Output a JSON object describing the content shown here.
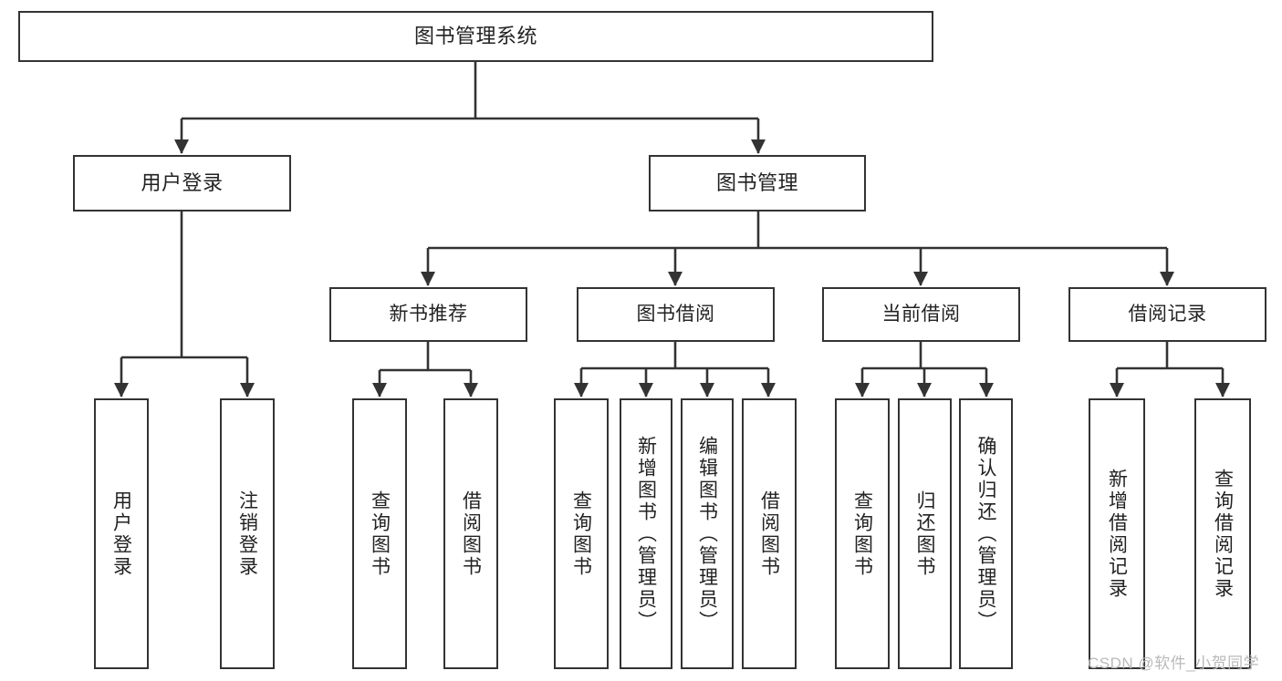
{
  "diagram": {
    "title": "图书管理系统",
    "watermark": "CSDN @软件_小贺同学",
    "colors": {
      "box_border": "#333333",
      "box_fill": "#ffffff",
      "edge": "#333333",
      "text": "#222222",
      "watermark": "#b9b9b9"
    },
    "nodes": {
      "root": {
        "label": "图书管理系统"
      },
      "user_login": {
        "label": "用户登录"
      },
      "book_manage": {
        "label": "图书管理"
      },
      "new_book_rec": {
        "label": "新书推荐"
      },
      "book_borrow": {
        "label": "图书借阅"
      },
      "current_borrow": {
        "label": "当前借阅"
      },
      "borrow_record": {
        "label": "借阅记录"
      },
      "leaf_user_login": {
        "label": "用户登录"
      },
      "leaf_logout": {
        "label": "注销登录"
      },
      "leaf_query_book_1": {
        "label": "查询图书"
      },
      "leaf_borrow_book_1": {
        "label": "借阅图书"
      },
      "leaf_query_book_2": {
        "label": "查询图书"
      },
      "leaf_add_book": {
        "label": "新增图书（管理员）"
      },
      "leaf_edit_book": {
        "label": "编辑图书（管理员）"
      },
      "leaf_borrow_book_2": {
        "label": "借阅图书"
      },
      "leaf_query_book_3": {
        "label": "查询图书"
      },
      "leaf_return_book": {
        "label": "归还图书"
      },
      "leaf_confirm_return": {
        "label": "确认归还（管理员）"
      },
      "leaf_add_record": {
        "label": "新增借阅记录"
      },
      "leaf_query_record": {
        "label": "查询借阅记录"
      }
    }
  }
}
